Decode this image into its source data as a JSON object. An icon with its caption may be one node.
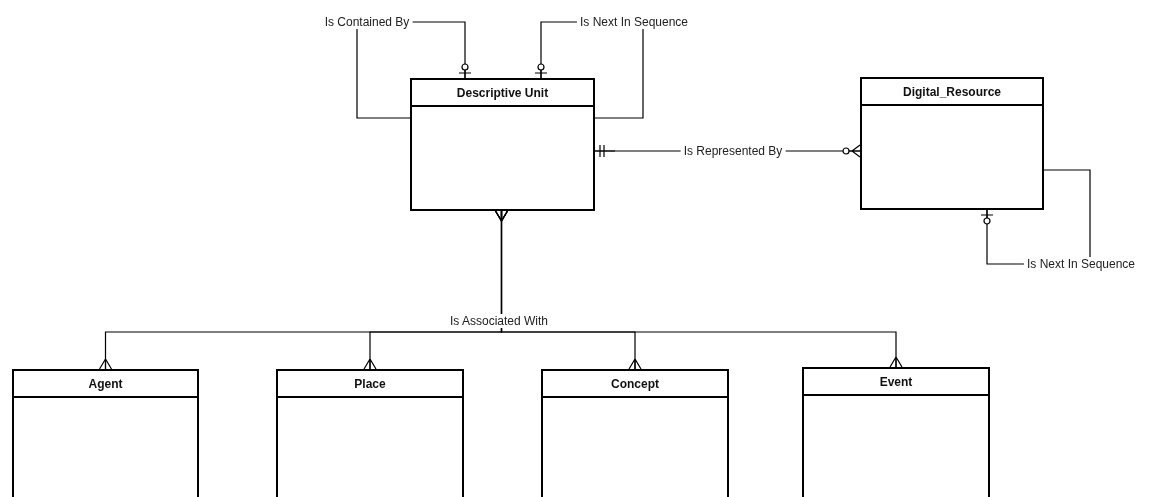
{
  "diagram": {
    "nodes": [
      {
        "text": [
          "Descriptive Unit"
        ]
      },
      {
        "text": [
          "Digital_Resource"
        ]
      },
      {
        "text": [
          "Agent"
        ]
      },
      {
        "text": [
          "Place"
        ]
      },
      {
        "text": [
          "Concept"
        ]
      },
      {
        "text": [
          "Event"
        ]
      }
    ],
    "edges": [
      {
        "from": 0,
        "to": 0,
        "arrow": "other",
        "label": "Is Contained By"
      },
      {
        "from": 0,
        "to": 0,
        "arrow": "other",
        "label": "Is Next In Sequence"
      },
      {
        "from": 0,
        "to": 1,
        "arrow": "other",
        "label": "Is Represented By"
      },
      {
        "from": 1,
        "to": 1,
        "arrow": "other",
        "label": "Is Next In Sequence"
      },
      {
        "from": 0,
        "to": 2,
        "arrow": "other",
        "label": "Is Associated With"
      },
      {
        "from": 0,
        "to": 3,
        "arrow": "other"
      },
      {
        "from": 0,
        "to": 4,
        "arrow": "other"
      },
      {
        "from": 0,
        "to": 5,
        "arrow": "other"
      }
    ]
  }
}
